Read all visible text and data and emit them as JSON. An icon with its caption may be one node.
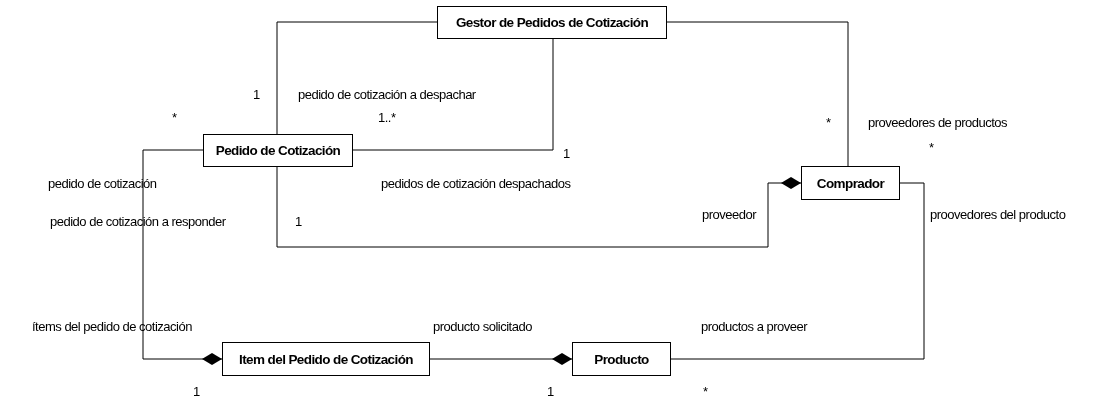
{
  "diagram": {
    "nodes": [
      {
        "text": [
          "Gestor de Pedidos de Cotización"
        ]
      },
      {
        "text": [
          "Pedido de Cotización"
        ]
      },
      {
        "text": [
          "Comprador"
        ]
      },
      {
        "text": [
          "Item del Pedido de Cotización"
        ]
      },
      {
        "text": [
          "Producto"
        ]
      }
    ],
    "edges": [
      {
        "from": 0,
        "to": 1,
        "arrow": "none"
      },
      {
        "from": 0,
        "to": 1,
        "arrow": "none"
      },
      {
        "from": 0,
        "to": 2,
        "arrow": "none"
      },
      {
        "from": 1,
        "to": 2,
        "arrow": "other"
      },
      {
        "from": 1,
        "to": 3,
        "arrow": "other"
      },
      {
        "from": 3,
        "to": 4,
        "arrow": "other"
      },
      {
        "from": 4,
        "to": 2,
        "arrow": "none"
      }
    ],
    "labels": [
      "1",
      "pedido de cotización a despachar",
      "*",
      "1..*",
      "*",
      "proveedores de productos",
      "*",
      "1",
      "pedido de cotización",
      "pedidos de cotización despachados",
      "proveedor",
      "proovedores del producto",
      "pedido de cotización a responder",
      "1",
      "ítems del pedido de cotización",
      "producto solicitado",
      "productos a proveer",
      "1",
      "1",
      "*"
    ]
  }
}
